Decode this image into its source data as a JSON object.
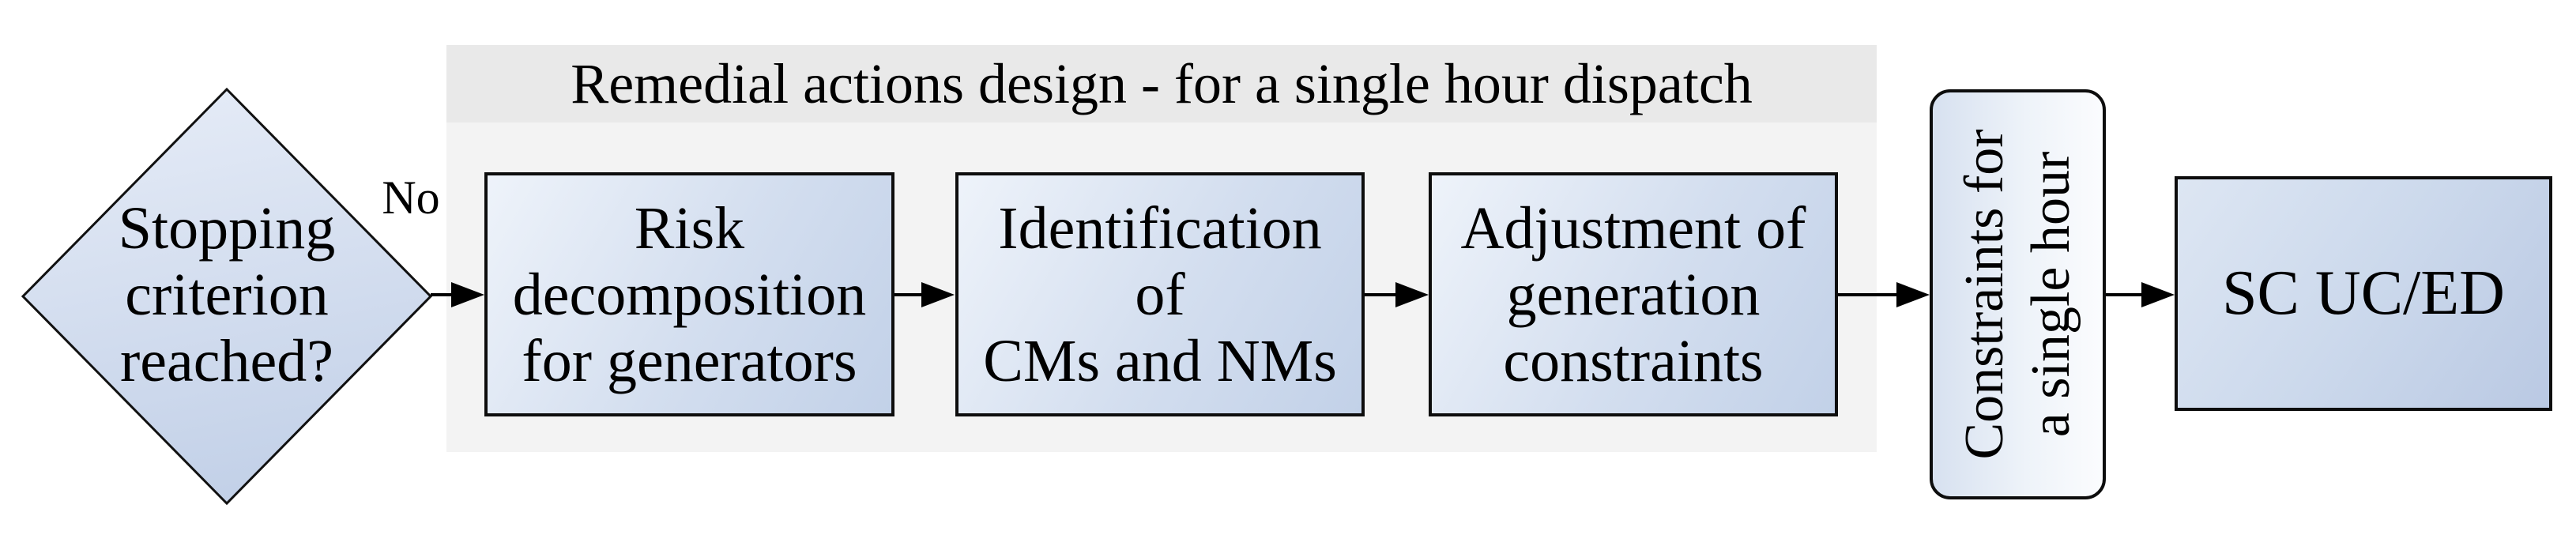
{
  "figure": {
    "kind": "flowchart",
    "background": "#ffffff"
  },
  "decision_diamond": {
    "label": "Stopping\ncriterion\nreached?",
    "fill_light": "#e4ebf6",
    "fill_dark": "#c3d1e8",
    "border_color": "#111111"
  },
  "edges": {
    "no_label": "No"
  },
  "container": {
    "title": "Remedial actions design - for a single hour dispatch",
    "titlebar_color": "#e9e9e9",
    "body_color": "#f3f3f3"
  },
  "process_boxes": [
    {
      "label": "Risk\ndecomposition\nfor generators"
    },
    {
      "label": "Identification\nof\nCMs and NMs"
    },
    {
      "label": "Adjustment of\ngeneration\nconstraints"
    }
  ],
  "constraints_box": {
    "label": "Constraints for\na single hour",
    "fill_light": "#fbfcfe",
    "fill_dark": "#d7e1f0"
  },
  "output_box": {
    "label": "SC UC/ED"
  },
  "colors": {
    "box_gradient_light": "#eef3fa",
    "box_gradient_dark": "#c2d1e8",
    "border": "#0d0d0d",
    "arrow": "#000000",
    "text": "#000000"
  }
}
